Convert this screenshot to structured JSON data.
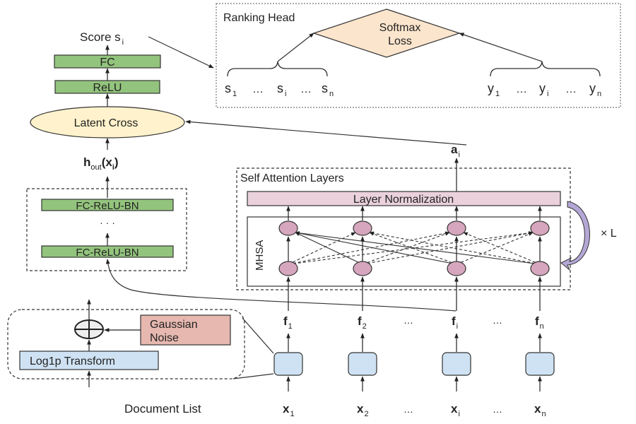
{
  "ranking_head": {
    "title": "Ranking Head",
    "loss_line1": "Softmax",
    "loss_line2": "Loss",
    "scores": {
      "s1": "s",
      "s1_sub": "1",
      "dots1": "…",
      "si": "s",
      "si_sub": "i",
      "dots2": "…",
      "sn": "s",
      "sn_sub": "n"
    },
    "labels": {
      "y1": "y",
      "y1_sub": "1",
      "dots1": "…",
      "yi": "y",
      "yi_sub": "i",
      "dots2": "…",
      "yn": "y",
      "yn_sub": "n"
    }
  },
  "tower": {
    "score": "Score s",
    "score_sub": "i",
    "fc": "FC",
    "relu": "ReLU",
    "latent_cross": "Latent Cross",
    "h_out": "h",
    "h_out_sub": "out",
    "h_out_arg": "(x",
    "h_out_arg_sub": "i",
    "h_out_close": ")",
    "block_top": "FC-ReLU-BN",
    "block_dots": "· · ·",
    "block_bottom": "FC-ReLU-BN"
  },
  "preprocess": {
    "gaussian_line1": "Gaussian",
    "gaussian_line2": "Noise",
    "log1p": "Log1p Transform",
    "plus_symbol": "⊕"
  },
  "attention": {
    "title": "Self Attention Layers",
    "layer_norm": "Layer Normalization",
    "mhsa": "MHSA",
    "repeat": "× L",
    "output": "a",
    "output_sub": "i"
  },
  "features": [
    {
      "name": "f",
      "sub": "1"
    },
    {
      "name": "f",
      "sub": "2"
    },
    {
      "name": "f",
      "sub": "i"
    },
    {
      "name": "f",
      "sub": "n"
    }
  ],
  "inputs": [
    {
      "name": "x",
      "sub": "1"
    },
    {
      "name": "x",
      "sub": "2"
    },
    {
      "name": "x",
      "sub": "i"
    },
    {
      "name": "x",
      "sub": "n"
    }
  ],
  "ellipsis": "…",
  "document_list": "Document List",
  "colors": {
    "green": "#93c47d",
    "yellow": "#fff2cc",
    "orange": "#fce5cd",
    "pink_node": "#d5a6bd",
    "layer_norm": "#ead1dc",
    "blue": "#cfe2f3",
    "salmon": "#e6b8af",
    "repeat_arrow": "#b4a7d6"
  }
}
